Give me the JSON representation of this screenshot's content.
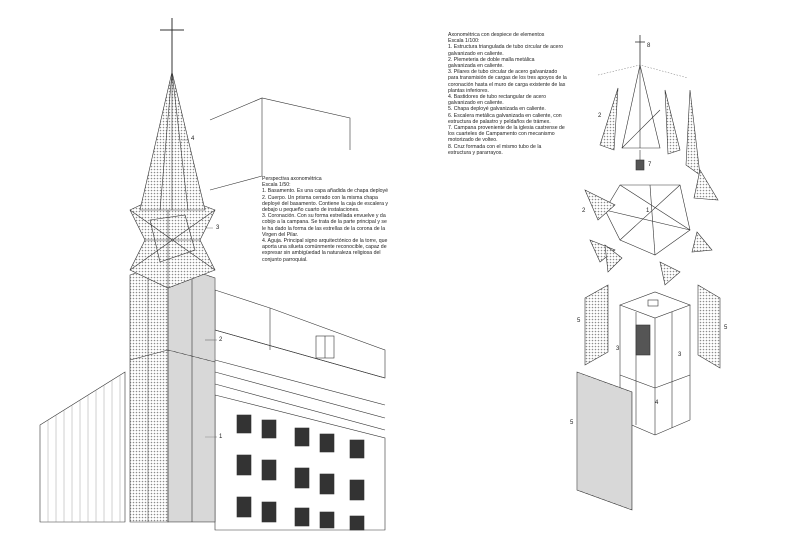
{
  "left_note": {
    "lines": [
      "Perspectiva axonométrica",
      "Escala 1/50:",
      "1. Basamento. Es una capa añadida de chapa deployé",
      "2. Cuerpo. Un prisma cerrado con la misma chapa",
      "deployé del basamento. Contiene la caja de escalera y",
      "debajo u pequeño cuarto de instalaciones.",
      "3. Coronación. Con su forma estrellada envuelve y da",
      "cobijo a la campana. Se trata de la parte principal y se",
      "le ha dado la forma de las estrellas de la corona de la",
      "Virgen del Pilar.",
      "4. Aguja. Principal signo arquitectónico de la torre, que",
      "aporta una silueta comúnmente reconocible, capaz de",
      "expresar sin ambigüedad la naturaleza religiosa del",
      "conjunto parroquial."
    ]
  },
  "right_note": {
    "lines": [
      "Axonométrica con despiece de elementos",
      "Escala 1/100:",
      "1. Estructura triangulada de tubo circular de acero",
      "galvanizado en caliente.",
      "2. Plemeteria de doble malla metálica",
      "galvanizada en caliente.",
      "3. Pilares de tubo circular de acero galvanizado",
      "para transmisión de cargas de los tres apoyos de la",
      "coronación hasta el muro de carga existente de las",
      "plantas inferiores.",
      "4. Bastidores de tubo rectangular de acero",
      "galvanizado en caliente.",
      "5. Chapa deployé galvanizada en caliente.",
      "6. Escalera metálica galvanizada en caliente, con",
      "estructura de palastro y peldaños de trámex.",
      "7. Campana proveniente de la iglesia castrense de",
      "los cuarteles de Campamento con mecanismo",
      "motorizado de volteo.",
      "8. Cruz formada con el mismo tubo de la",
      "estructura y pararrayos."
    ]
  },
  "left_callouts": [
    "4",
    "3",
    "2",
    "1"
  ],
  "right_callouts": [
    "8",
    "2",
    "7",
    "2",
    "1",
    "5",
    "3",
    "3",
    "5",
    "5",
    "4"
  ],
  "colors": {
    "line": "#333333",
    "mesh": "#9a9a9a",
    "paper": "#ffffff"
  }
}
